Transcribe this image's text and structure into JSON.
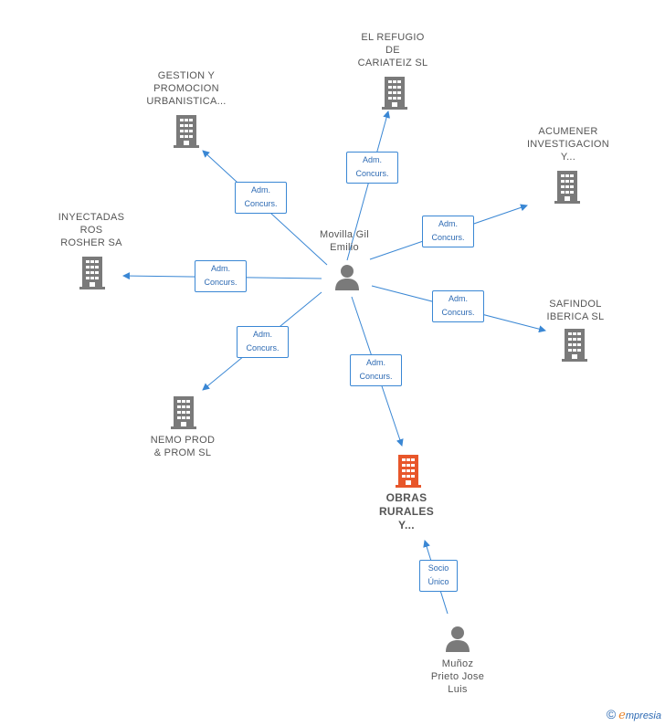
{
  "nodes": {
    "refugio": {
      "label": "EL REFUGIO\nDE\nCARIATEIZ SL"
    },
    "gestion": {
      "label": "GESTION Y\nPROMOCION\nURBANISTICA..."
    },
    "acumener": {
      "label": "ACUMENER\nINVESTIGACION\nY..."
    },
    "inyectadas": {
      "label": "INYECTADAS\nROS\nROSHER SA"
    },
    "safindol": {
      "label": "SAFINDOL\nIBERICA SL"
    },
    "nemo": {
      "label": "NEMO PROD\n& PROM SL"
    },
    "obras": {
      "label": "OBRAS\nRURALES\nY..."
    },
    "movilla": {
      "label": "Movilla Gil\nEmilio"
    },
    "munoz": {
      "label": "Muñoz\nPrieto Jose\nLuis"
    }
  },
  "edges": {
    "refugio": {
      "label": "Adm.\nConcurs."
    },
    "gestion": {
      "label": "Adm.\nConcurs."
    },
    "acumener": {
      "label": "Adm.\nConcurs."
    },
    "inyectadas": {
      "label": "Adm.\nConcurs."
    },
    "safindol": {
      "label": "Adm.\nConcurs."
    },
    "nemo": {
      "label": "Adm.\nConcurs."
    },
    "obras": {
      "label": "Adm.\nConcurs."
    },
    "munoz_obras": {
      "label": "Socio\nÚnico"
    }
  },
  "colors": {
    "edge": "#3a87d4",
    "building": "#7a7a7a",
    "building_highlight": "#e8562a",
    "person": "#7a7a7a"
  },
  "footer": {
    "copyright": "©",
    "brand_initial": "e",
    "brand_rest": "mpresia"
  }
}
